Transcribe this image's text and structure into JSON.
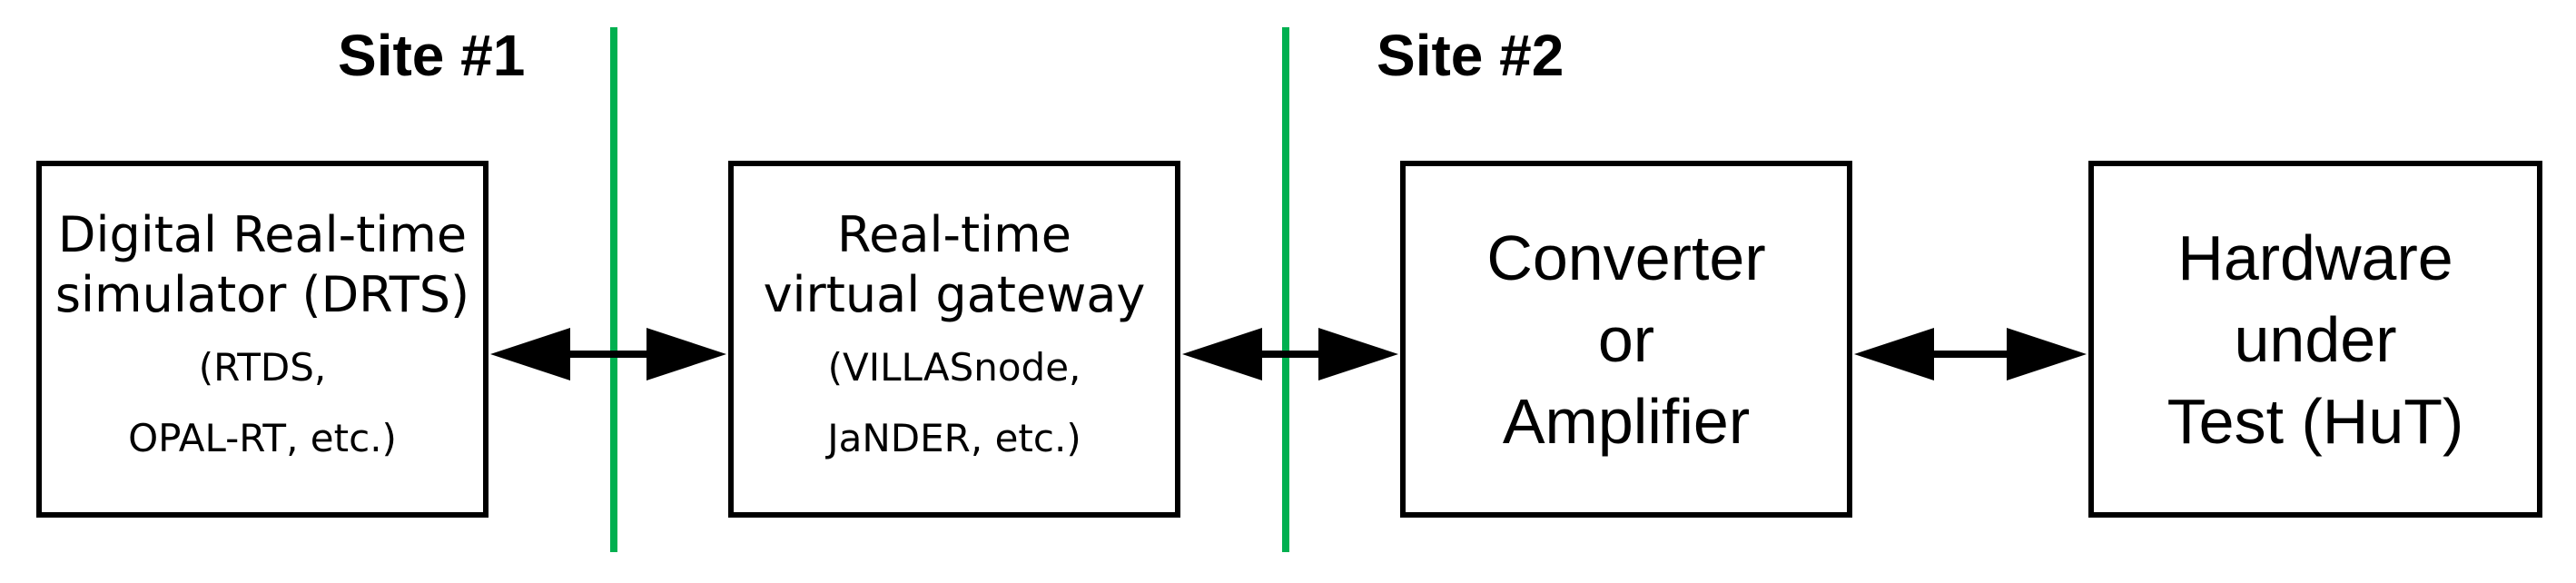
{
  "figure": {
    "site1_label": "Site #1",
    "site2_label": "Site #2"
  },
  "boxes": [
    {
      "name": "digital-real-time-simulator",
      "main_lines": [
        "Digital Real-time",
        "simulator (DRTS)"
      ],
      "sub_lines": [
        "(RTDS,",
        "OPAL-RT, etc.)"
      ]
    },
    {
      "name": "real-time-virtual-gateway",
      "main_lines": [
        "Real-time",
        "virtual gateway"
      ],
      "sub_lines": [
        "(VILLASnode,",
        "JaNDER, etc.)"
      ]
    },
    {
      "name": "converter-or-amplifier",
      "main_lines": [
        "Converter",
        "or",
        "Amplifier"
      ],
      "sub_lines": []
    },
    {
      "name": "hardware-under-test",
      "main_lines": [
        "Hardware",
        "under",
        "Test (HuT)"
      ],
      "sub_lines": []
    }
  ],
  "colors": {
    "background": "#FFFFFF",
    "foreground": "#000000",
    "site_divider_green": "#00B050"
  }
}
